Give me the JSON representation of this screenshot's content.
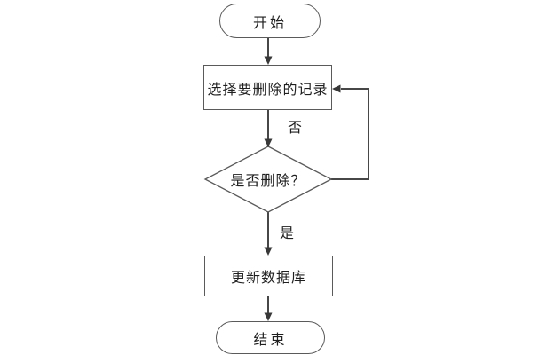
{
  "diagram": {
    "type": "flowchart",
    "colors": {
      "background": "#ffffff",
      "line": "#474747",
      "arrowhead": "#383838",
      "node_border": "#5a5a5a",
      "text": "#1f1f1f"
    },
    "nodes": {
      "start": {
        "label": "开始",
        "shape": "terminator"
      },
      "select_record": {
        "label": "选择要删除的记录",
        "shape": "process"
      },
      "confirm_delete": {
        "label": "是否删除？",
        "shape": "decision"
      },
      "update_database": {
        "label": "更新数据库",
        "shape": "process"
      },
      "end": {
        "label": "结束",
        "shape": "terminator"
      }
    },
    "edge_labels": {
      "no": "否",
      "yes": "是"
    }
  }
}
